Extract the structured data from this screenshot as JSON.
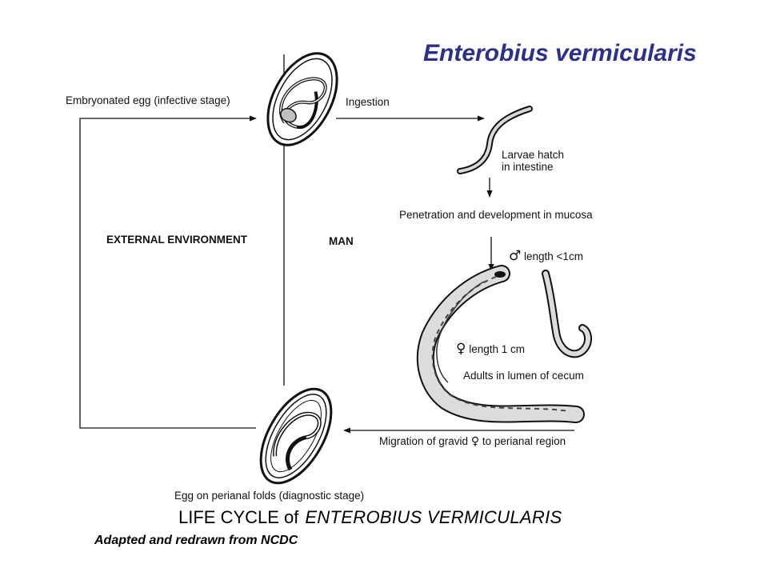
{
  "title": "Enterobius vermicularis",
  "colors": {
    "title": "#2b2f8f",
    "ink": "#111111",
    "fill": "#d9d9d9"
  },
  "labels": {
    "embryonated_egg": "Embryonated egg (infective stage)",
    "ingestion": "Ingestion",
    "larvae_hatch_1": "Larvae hatch",
    "larvae_hatch_2": "in intestine",
    "penetration": "Penetration and development in mucosa",
    "male_symbol": "♂",
    "male_length": "length <1cm",
    "female_symbol": "♀",
    "female_length": "length 1 cm",
    "adults": "Adults in lumen of cecum",
    "migration_1": "Migration of gravid",
    "migration_symbol": "♀",
    "migration_2": "to perianal region",
    "egg_perianal": "Egg on perianal folds (diagnostic stage)",
    "external_environment": "EXTERNAL ENVIRONMENT",
    "man": "MAN"
  },
  "caption": {
    "prefix": "LIFE CYCLE of",
    "species": "ENTEROBIUS VERMICULARIS",
    "source": "Adapted and redrawn from NCDC"
  }
}
